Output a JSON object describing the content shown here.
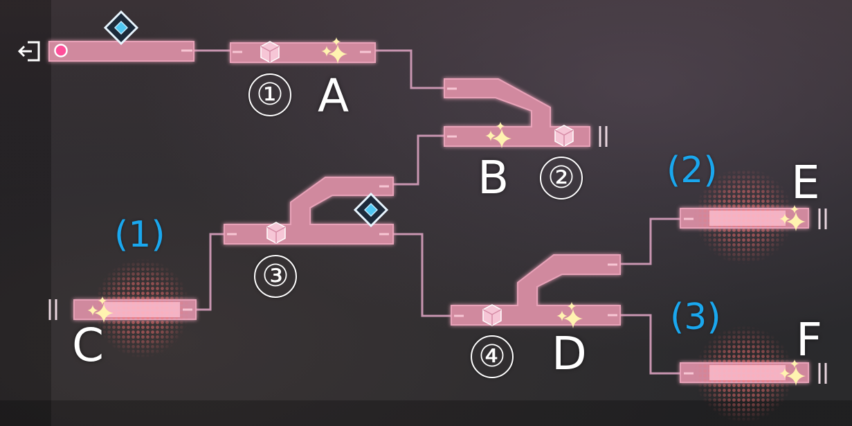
{
  "nodes": {
    "A": {
      "label": "A"
    },
    "B": {
      "label": "B"
    },
    "C": {
      "label": "C"
    },
    "D": {
      "label": "D"
    },
    "E": {
      "label": "E"
    },
    "F": {
      "label": "F"
    }
  },
  "checkpoints": [
    {
      "label": "①"
    },
    {
      "label": "②"
    },
    {
      "label": "③"
    },
    {
      "label": "④"
    }
  ],
  "endings": [
    {
      "label": "(1)"
    },
    {
      "label": "(2)"
    },
    {
      "label": "(3)"
    }
  ],
  "icons": {
    "exit": "exit-icon",
    "start": "start-marker-icon",
    "chest": "cube-chest-icon",
    "sparkle": "sparkle-icon",
    "diamond": "diamond-marker-icon",
    "end_wall": "end-wall-icon"
  },
  "colors": {
    "track": "#d98ea4",
    "track_glow": "#f2a9c0",
    "connector": "#c996b1",
    "ending_glow": "#ff6e6e",
    "ending_label": "#1aa7ee",
    "diamond": "#4ec7f2",
    "sparkle": "#fff3b0"
  }
}
